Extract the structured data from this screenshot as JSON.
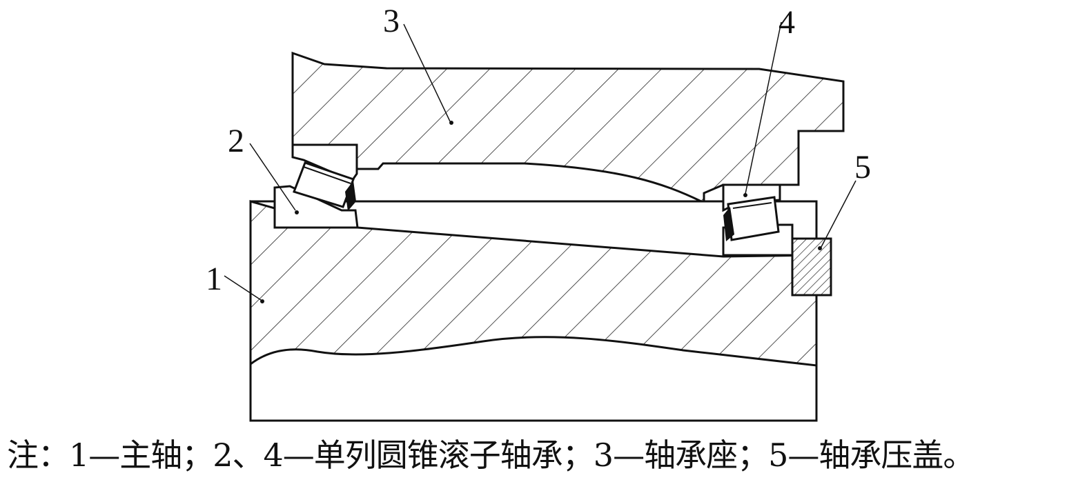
{
  "labels": {
    "spindle": "1",
    "bearing_left": "2",
    "bearing_housing": "3",
    "bearing_right": "4",
    "bearing_cover": "5"
  },
  "caption": "注：1—主轴；2、4—单列圆锥滚子轴承；3—轴承座；5—轴承压盖。"
}
